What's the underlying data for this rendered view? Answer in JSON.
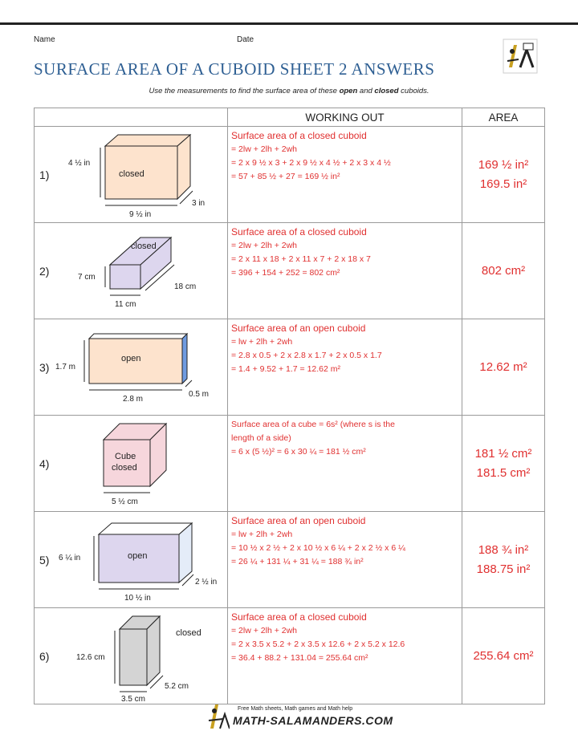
{
  "header": {
    "name_label": "Name",
    "date_label": "Date",
    "title": "SURFACE AREA OF A CUBOID SHEET 2 ANSWERS",
    "instr_pre": "Use the measurements to find the surface area of these ",
    "instr_open": "open",
    "instr_mid": " and ",
    "instr_closed": "closed",
    "instr_post": " cuboids."
  },
  "table": {
    "col_working": "WORKING OUT",
    "col_area": "AREA"
  },
  "questions": [
    {
      "num": "1)",
      "shape_label": "closed",
      "dims": {
        "h": "4 ½ in",
        "w": "3 in",
        "l": "9 ½ in"
      },
      "working": [
        "Surface area of a closed cuboid",
        "= 2lw + 2lh + 2wh",
        "= 2 x 9 ½ x 3 + 2 x 9 ½ x 4 ½ + 2 x 3 x 4 ½",
        "= 57 + 85 ½ + 27 = 169 ½ in²"
      ],
      "area": [
        "169 ½ in²",
        "169.5 in²"
      ]
    },
    {
      "num": "2)",
      "shape_label": "closed",
      "dims": {
        "h": "7 cm",
        "w": "18 cm",
        "l": "11 cm"
      },
      "working": [
        "Surface area of a closed cuboid",
        "= 2lw + 2lh + 2wh",
        "= 2 x 11 x 18 + 2 x 11 x 7 + 2 x 18 x 7",
        "= 396 + 154 + 252 = 802 cm²"
      ],
      "area": [
        "802 cm²"
      ]
    },
    {
      "num": "3)",
      "shape_label": "open",
      "dims": {
        "h": "1.7 m",
        "w": "0.5 m",
        "l": "2.8 m"
      },
      "working": [
        "Surface area of an open cuboid",
        "= lw + 2lh + 2wh",
        "= 2.8 x 0.5 + 2 x 2.8 x 1.7 + 2 x 0.5 x 1.7",
        "= 1.4 + 9.52 + 1.7 = 12.62 m²"
      ],
      "area": [
        "12.62 m²"
      ]
    },
    {
      "num": "4)",
      "shape_label_1": "Cube",
      "shape_label_2": "closed",
      "dims": {
        "l": "5 ½ cm"
      },
      "working": [
        "Surface area of a cube = 6s² (where s is the",
        "length of a side)",
        "= 6 x (5 ½)² = 6 x 30 ¼ = 181 ½ cm²"
      ],
      "area": [
        "181 ½ cm²",
        "181.5 cm²"
      ]
    },
    {
      "num": "5)",
      "shape_label": "open",
      "dims": {
        "h": "6 ¼ in",
        "w": "2 ½ in",
        "l": "10 ½ in"
      },
      "working": [
        "Surface area of an open cuboid",
        "= lw + 2lh + 2wh",
        "= 10 ½ x 2 ½ + 2 x 10 ½ x 6 ¼ + 2 x 2 ½ x 6 ¼",
        "= 26 ¼ + 131 ¼ + 31 ¼ = 188 ¾ in²"
      ],
      "area": [
        "188 ¾ in²",
        "188.75 in²"
      ]
    },
    {
      "num": "6)",
      "shape_label": "closed",
      "dims": {
        "h": "12.6 cm",
        "w": "5.2 cm",
        "l": "3.5 cm"
      },
      "working": [
        "Surface area of a closed cuboid",
        "= 2lw + 2lh + 2wh",
        "= 2 x 3.5 x 5.2 + 2 x 3.5 x 12.6 + 2 x 5.2 x 12.6",
        "= 36.4 + 88.2 + 131.04 = 255.64 cm²"
      ],
      "area": [
        "255.64 cm²"
      ]
    }
  ],
  "footer": {
    "tagline": "Free Math sheets, Math games and Math help",
    "site": "MATH-SALAMANDERS.COM"
  },
  "colors": {
    "title": "#2e5f93",
    "answer": "#e03030",
    "face_peach": "#fde3cd",
    "face_lilac": "#ddd6ee",
    "face_pink": "#f6d6dc",
    "face_blue": "#e4ecf8",
    "face_grey": "#d4d4d4"
  }
}
